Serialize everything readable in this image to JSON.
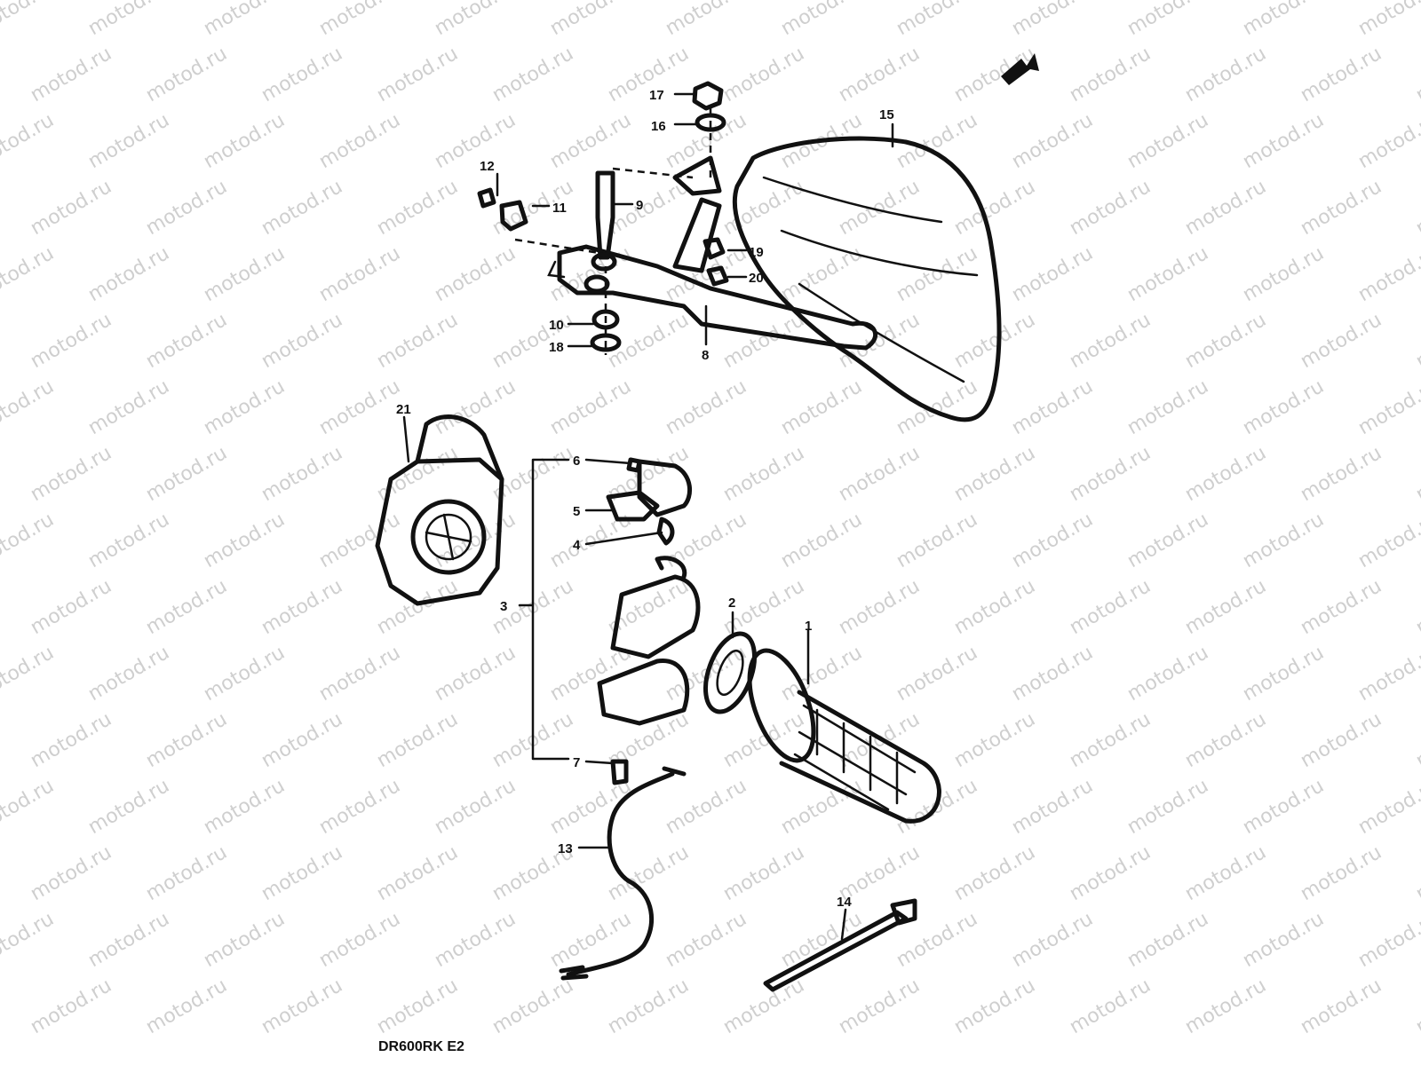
{
  "watermark": "motod.ru",
  "diagram_code": "DR600RK E2",
  "callouts": {
    "c1": "1",
    "c2": "2",
    "c3": "3",
    "c4": "4",
    "c5": "5",
    "c6": "6",
    "c7": "7",
    "c8": "8",
    "c9": "9",
    "c10": "10",
    "c11": "11",
    "c12": "12",
    "c13": "13",
    "c14": "14",
    "c15": "15",
    "c16": "16",
    "c17": "17",
    "c18": "18",
    "c19": "19",
    "c20": "20",
    "c21": "21"
  }
}
